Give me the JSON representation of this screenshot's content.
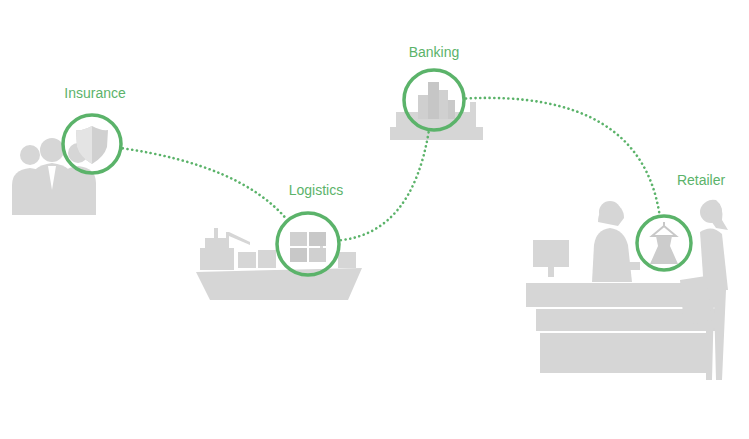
{
  "diagram": {
    "nodes": [
      {
        "text": [
          "Insurance"
        ]
      },
      {
        "text": [
          "Logistics"
        ]
      },
      {
        "text": [
          "Banking"
        ]
      },
      {
        "text": [
          "Retailer"
        ]
      }
    ],
    "edges": [
      {
        "from": 0,
        "to": 1,
        "arrow": "none"
      },
      {
        "from": 1,
        "to": 2,
        "arrow": "none"
      },
      {
        "from": 2,
        "to": 3,
        "arrow": "none"
      }
    ]
  }
}
